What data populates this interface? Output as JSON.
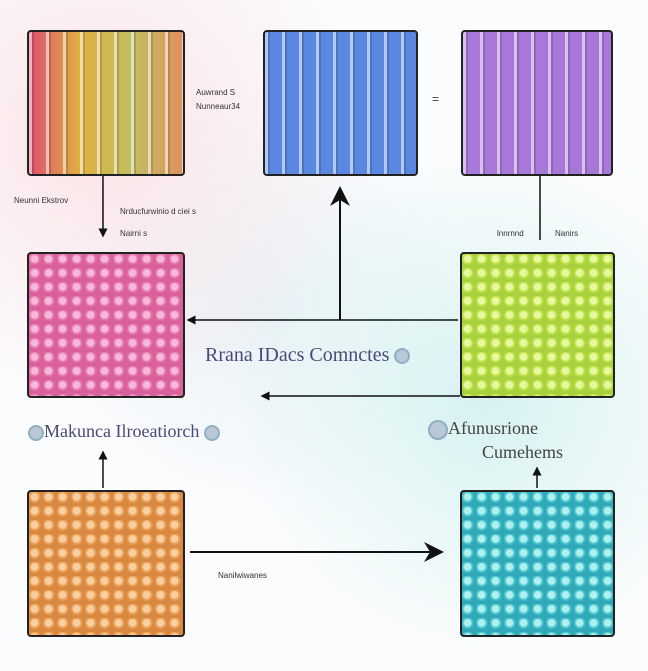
{
  "panels": [
    {
      "id": "tubes-multicolor",
      "color": "#e88a8a"
    },
    {
      "id": "tubes-blue",
      "color": "#4f7fe0"
    },
    {
      "id": "tubes-purple",
      "color": "#a070d8"
    },
    {
      "id": "beads-pink",
      "color": "#e070a8"
    },
    {
      "id": "beads-green",
      "color": "#b6e040"
    },
    {
      "id": "beads-orange",
      "color": "#e89a50"
    },
    {
      "id": "beads-cyan",
      "color": "#40c0c8"
    }
  ],
  "labels": {
    "top_left_side": [
      "Auwrand S",
      "Nunneaur34"
    ],
    "left_under": "Neunni Ekstrov",
    "center_under": "Nrducfurwinio d ciei s",
    "center_under2": "Nairni s",
    "right_under1": "lnnrnnd",
    "right_under2": "Nanirs",
    "middle_title": "Rrana IDacs Comnctes",
    "left_title": "Makunca Ilroeatiorch",
    "right_title_1": "Afunusrione",
    "right_title_2": "Cumehems",
    "bottom_label": "Nanilwiwanes",
    "dash": "="
  }
}
